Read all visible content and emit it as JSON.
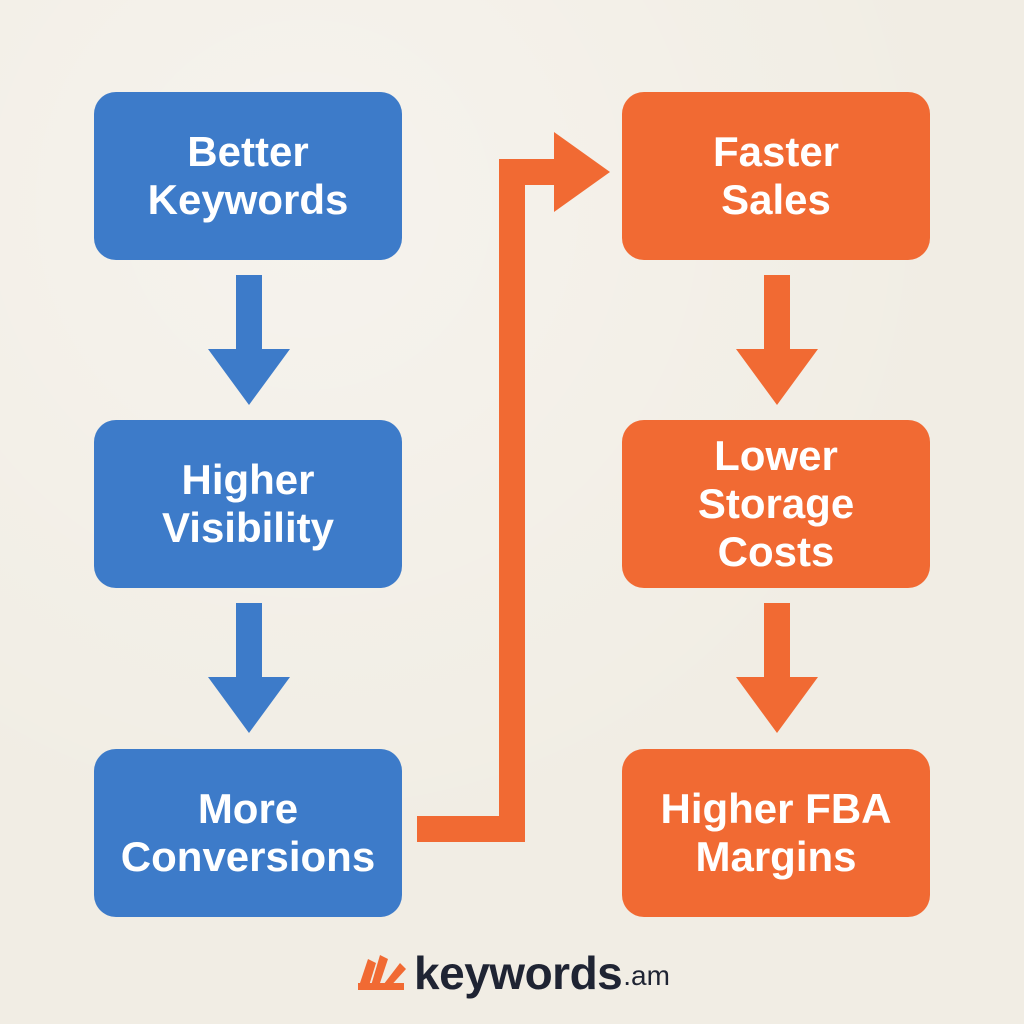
{
  "colors": {
    "background": "#f1ede4",
    "blue": "#3d7bc9",
    "orange": "#f16a33",
    "text": "#ffffff",
    "brand_text": "#1f2433"
  },
  "flow": {
    "steps": [
      {
        "label": "Better\nKeywords",
        "color": "blue"
      },
      {
        "label": "Higher\nVisibility",
        "color": "blue"
      },
      {
        "label": "More\nConversions",
        "color": "blue"
      },
      {
        "label": "Faster\nSales",
        "color": "orange"
      },
      {
        "label": "Lower\nStorage\nCosts",
        "color": "orange"
      },
      {
        "label": "Higher FBA\nMargins",
        "color": "orange"
      }
    ]
  },
  "footer": {
    "brand": "keywords",
    "suffix": ".am",
    "logo_icon": "burst-logo-icon"
  }
}
